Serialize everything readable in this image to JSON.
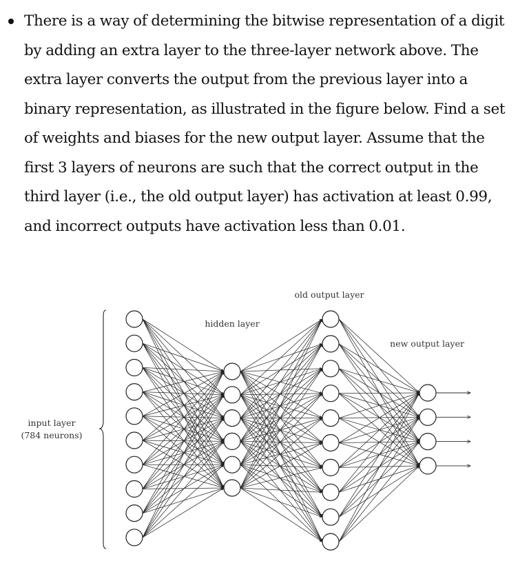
{
  "exercise": {
    "text": "There is a way of determining the bitwise representation of a digit by adding an extra layer to the three-layer network above. The extra layer converts the output from the previous layer into a binary representation, as illustrated in the figure below. Find a set of weights and biases for the new output layer. Assume that the first 3 layers of neurons are such that the correct output in the third layer (i.e., the old output layer) has activation at least 0.99, and incorrect outputs have activation less than 0.01."
  },
  "figure": {
    "labels": {
      "input_layer": "input layer",
      "input_count": "(784 neurons)",
      "hidden_layer": "hidden layer",
      "old_output_layer": "old output layer",
      "new_output_layer": "new output layer"
    },
    "layers": [
      {
        "name": "input",
        "neurons": 10
      },
      {
        "name": "hidden",
        "neurons": 6
      },
      {
        "name": "old-output",
        "neurons": 10
      },
      {
        "name": "new-output",
        "neurons": 4
      }
    ]
  }
}
